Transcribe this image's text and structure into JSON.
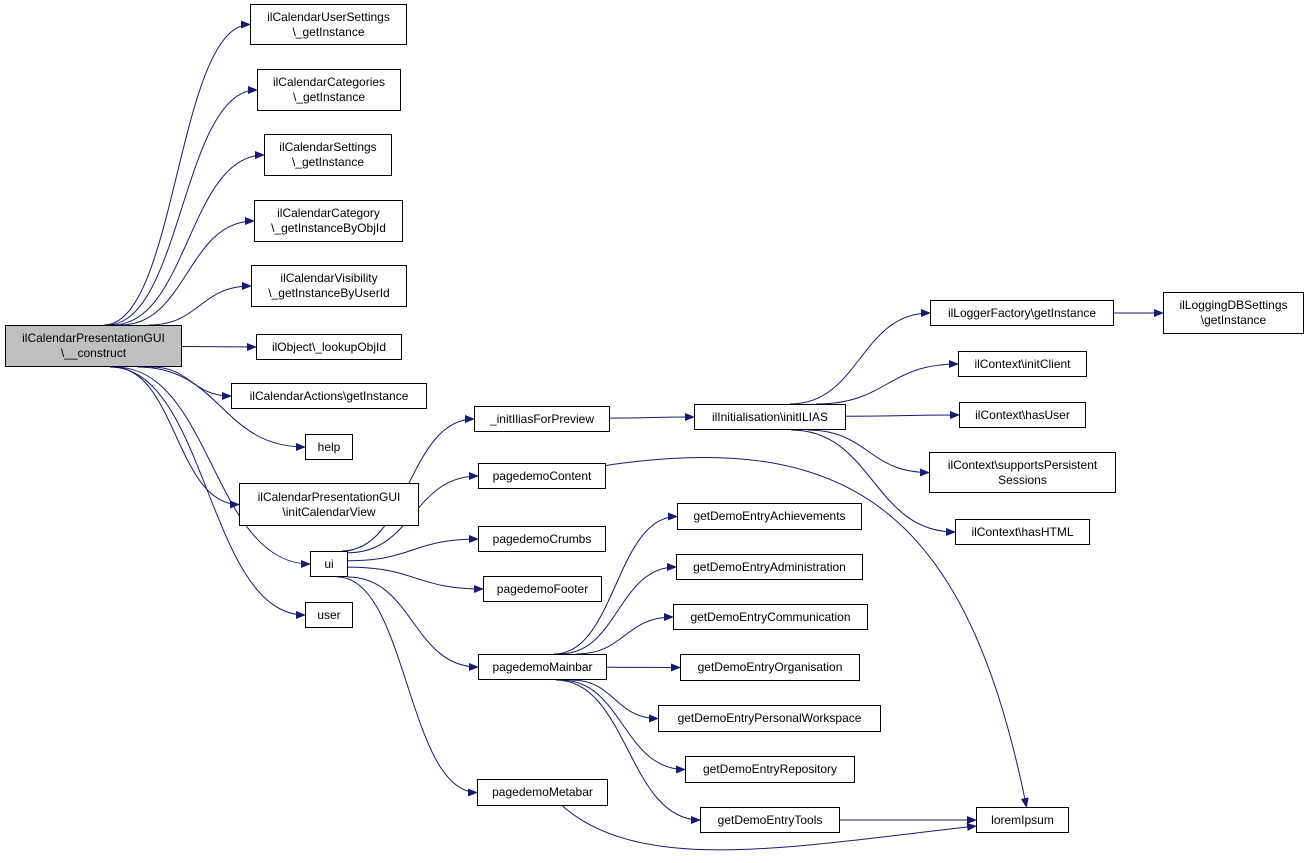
{
  "colors": {
    "edge": "#191970",
    "root_fill": "#bfbfbf",
    "node_fill": "#ffffff",
    "border": "#000000"
  },
  "nodes": {
    "root": [
      "ilCalendarPresentationGUI",
      "\\__construct"
    ],
    "user_settings": [
      "ilCalendarUserSettings",
      "\\_getInstance"
    ],
    "categories": [
      "ilCalendarCategories",
      "\\_getInstance"
    ],
    "settings": [
      "ilCalendarSettings",
      "\\_getInstance"
    ],
    "category": [
      "ilCalendarCategory",
      "\\_getInstanceByObjId"
    ],
    "visibility": [
      "ilCalendarVisibility",
      "\\_getInstanceByUserId"
    ],
    "lookup": [
      "ilObject\\_lookupObjId"
    ],
    "actions": [
      "ilCalendarActions\\getInstance"
    ],
    "help": [
      "help"
    ],
    "init_view": [
      "ilCalendarPresentationGUI",
      "\\initCalendarView"
    ],
    "ui": [
      "ui"
    ],
    "user": [
      "user"
    ],
    "init_ilias_preview": [
      "_initIliasForPreview"
    ],
    "pd_content": [
      "pagedemoContent"
    ],
    "pd_crumbs": [
      "pagedemoCrumbs"
    ],
    "pd_footer": [
      "pagedemoFooter"
    ],
    "pd_mainbar": [
      "pagedemoMainbar"
    ],
    "pd_metabar": [
      "pagedemoMetabar"
    ],
    "init_ilias": [
      "ilInitialisation\\initILIAS"
    ],
    "logger_factory": [
      "ilLoggerFactory\\getInstance"
    ],
    "logging_db": [
      "ilLoggingDBSettings",
      "\\getInstance"
    ],
    "init_client": [
      "ilContext\\initClient"
    ],
    "has_user": [
      "ilContext\\hasUser"
    ],
    "supports_sessions": [
      "ilContext\\supportsPersistent",
      "Sessions"
    ],
    "has_html": [
      "ilContext\\hasHTML"
    ],
    "achievements": [
      "getDemoEntryAchievements"
    ],
    "administration": [
      "getDemoEntryAdministration"
    ],
    "communication": [
      "getDemoEntryCommunication"
    ],
    "organisation": [
      "getDemoEntryOrganisation"
    ],
    "personal_workspace": [
      "getDemoEntryPersonalWorkspace"
    ],
    "repository": [
      "getDemoEntryRepository"
    ],
    "tools": [
      "getDemoEntryTools"
    ],
    "lorem_ipsum": [
      "loremIpsum"
    ]
  },
  "edges": [
    [
      "root",
      "user_settings"
    ],
    [
      "root",
      "categories"
    ],
    [
      "root",
      "settings"
    ],
    [
      "root",
      "category"
    ],
    [
      "root",
      "visibility"
    ],
    [
      "root",
      "lookup"
    ],
    [
      "root",
      "actions"
    ],
    [
      "root",
      "help"
    ],
    [
      "root",
      "init_view"
    ],
    [
      "root",
      "ui"
    ],
    [
      "root",
      "user"
    ],
    [
      "ui",
      "init_ilias_preview"
    ],
    [
      "ui",
      "pd_content"
    ],
    [
      "ui",
      "pd_crumbs"
    ],
    [
      "ui",
      "pd_footer"
    ],
    [
      "ui",
      "pd_mainbar"
    ],
    [
      "ui",
      "pd_metabar"
    ],
    [
      "init_ilias_preview",
      "init_ilias"
    ],
    [
      "init_ilias",
      "logger_factory"
    ],
    [
      "init_ilias",
      "init_client"
    ],
    [
      "init_ilias",
      "has_user"
    ],
    [
      "init_ilias",
      "supports_sessions"
    ],
    [
      "init_ilias",
      "has_html"
    ],
    [
      "logger_factory",
      "logging_db"
    ],
    [
      "pd_content",
      "lorem_ipsum"
    ],
    [
      "pd_mainbar",
      "achievements"
    ],
    [
      "pd_mainbar",
      "administration"
    ],
    [
      "pd_mainbar",
      "communication"
    ],
    [
      "pd_mainbar",
      "organisation"
    ],
    [
      "pd_mainbar",
      "personal_workspace"
    ],
    [
      "pd_mainbar",
      "repository"
    ],
    [
      "pd_mainbar",
      "tools"
    ],
    [
      "pd_metabar",
      "lorem_ipsum"
    ],
    [
      "tools",
      "lorem_ipsum"
    ]
  ]
}
